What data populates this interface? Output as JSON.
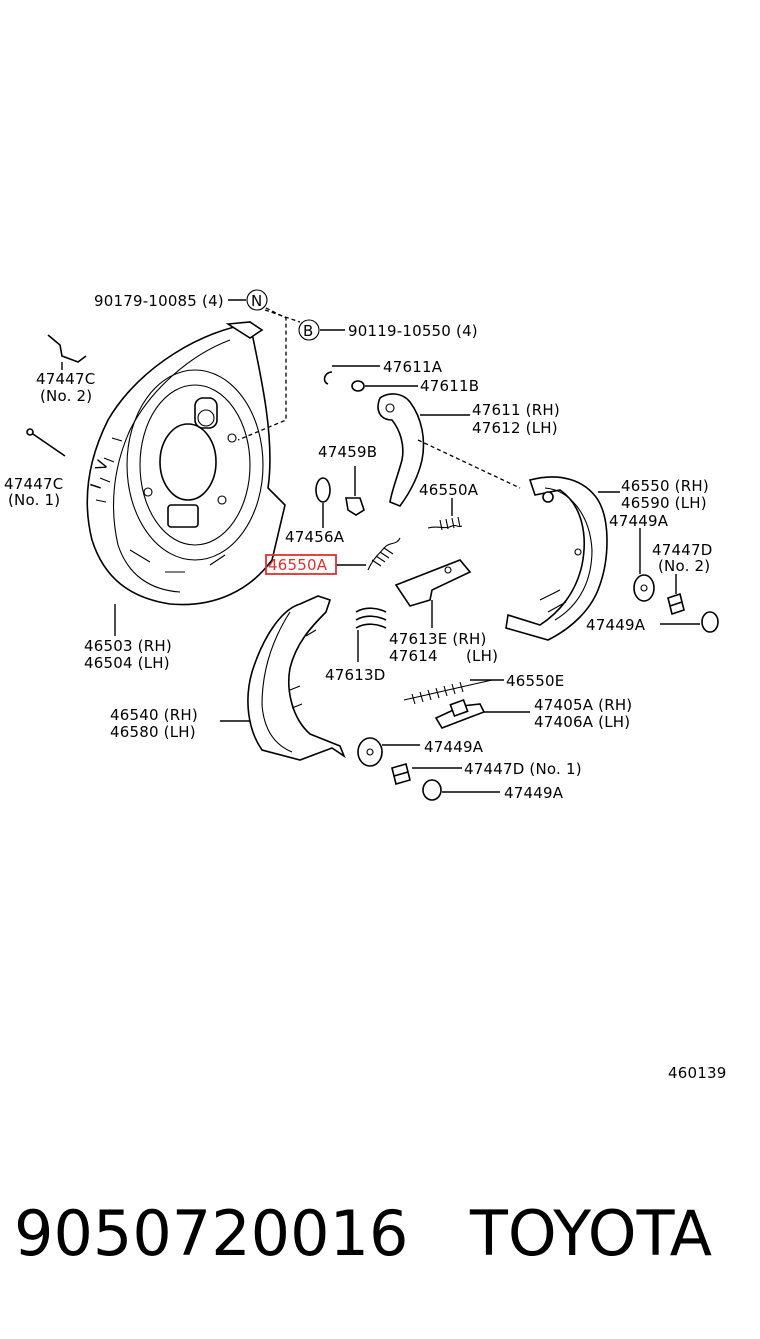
{
  "diagram": {
    "labels": {
      "bolt_n": "90179-10085 (4)",
      "bolt_b": "90119-10550 (4)",
      "n_marker": "N",
      "b_marker": "B",
      "l47447c_2a": "47447C",
      "l47447c_2b": "(No. 2)",
      "l47447c_1a": "47447C",
      "l47447c_1b": "(No. 1)",
      "l47611a": "47611A",
      "l47611b": "47611B",
      "l47611": "47611 (RH)",
      "l47612": "47612 (LH)",
      "l47459b": "47459B",
      "l46550a_top": "46550A",
      "l47456a": "47456A",
      "l46550a_hl": "46550A",
      "l46550": "46550 (RH)",
      "l46590": "46590 (LH)",
      "l47449a_1": "47449A",
      "l47447d_2a": "47447D",
      "l47447d_2b": "(No. 2)",
      "l47449a_2": "47449A",
      "l46503": "46503 (RH)",
      "l46504": "46504 (LH)",
      "l47613e": "47613E (RH)",
      "l47614": "47614",
      "l47614_lh": "(LH)",
      "l47613d": "47613D",
      "l46550e": "46550E",
      "l47405a": "47405A (RH)",
      "l47406a": "47406A (LH)",
      "l46540": "46540 (RH)",
      "l46580": "46580 (LH)",
      "l47449a_3": "47449A",
      "l47447d_1": "47447D (No. 1)",
      "l47449a_4": "47449A",
      "diagram_id": "460139"
    },
    "highlight_color": "#e0312d"
  },
  "footer": {
    "part_number": "9050720016",
    "brand": "TOYOTA"
  }
}
